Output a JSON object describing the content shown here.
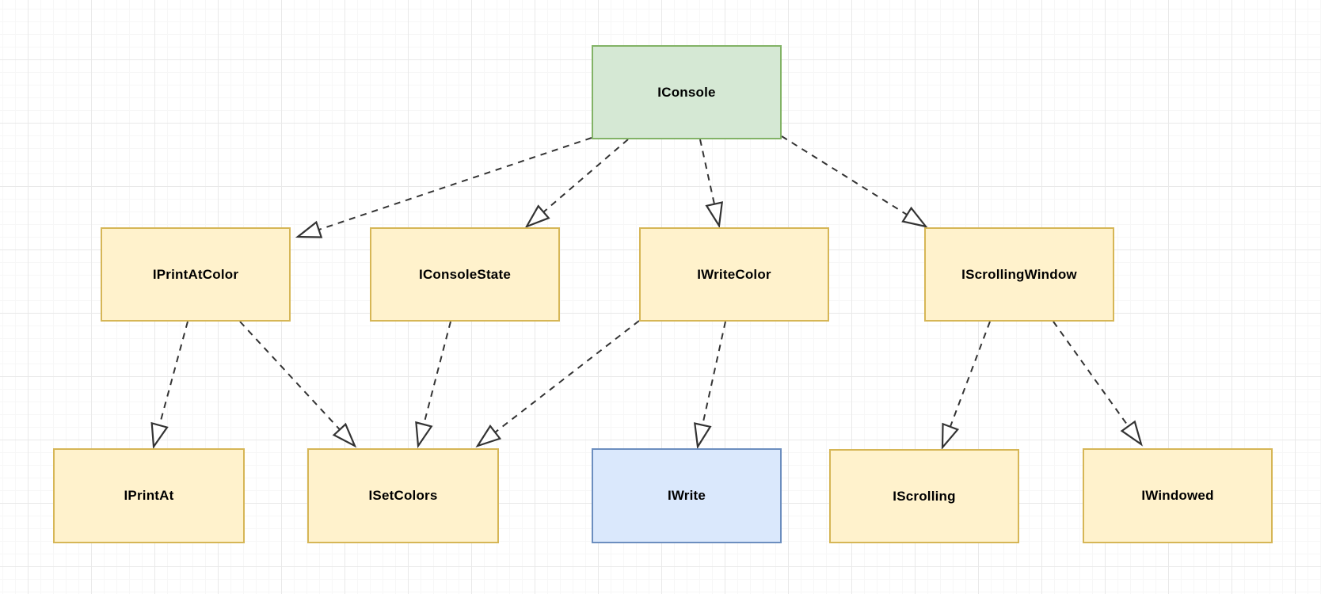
{
  "diagram": {
    "nodes": [
      {
        "id": "IConsole",
        "label": "IConsole",
        "fill": "#d5e8d4",
        "stroke": "#82b366"
      },
      {
        "id": "IPrintAtColor",
        "label": "IPrintAtColor",
        "fill": "#fff2cc",
        "stroke": "#d6b656"
      },
      {
        "id": "IConsoleState",
        "label": "IConsoleState",
        "fill": "#fff2cc",
        "stroke": "#d6b656"
      },
      {
        "id": "IWriteColor",
        "label": "IWriteColor",
        "fill": "#fff2cc",
        "stroke": "#d6b656"
      },
      {
        "id": "IScrollingWindow",
        "label": "IScrollingWindow",
        "fill": "#fff2cc",
        "stroke": "#d6b656"
      },
      {
        "id": "IPrintAt",
        "label": "IPrintAt",
        "fill": "#fff2cc",
        "stroke": "#d6b656"
      },
      {
        "id": "ISetColors",
        "label": "ISetColors",
        "fill": "#fff2cc",
        "stroke": "#d6b656"
      },
      {
        "id": "IWrite",
        "label": "IWrite",
        "fill": "#dae8fc",
        "stroke": "#6c8ebf"
      },
      {
        "id": "IScrolling",
        "label": "IScrolling",
        "fill": "#fff2cc",
        "stroke": "#d6b656"
      },
      {
        "id": "IWindowed",
        "label": "IWindowed",
        "fill": "#fff2cc",
        "stroke": "#d6b656"
      }
    ],
    "edges": [
      {
        "from": "IConsole",
        "to": "IPrintAtColor"
      },
      {
        "from": "IConsole",
        "to": "IConsoleState"
      },
      {
        "from": "IConsole",
        "to": "IWriteColor"
      },
      {
        "from": "IConsole",
        "to": "IScrollingWindow"
      },
      {
        "from": "IPrintAtColor",
        "to": "IPrintAt"
      },
      {
        "from": "IPrintAtColor",
        "to": "ISetColors"
      },
      {
        "from": "IConsoleState",
        "to": "ISetColors"
      },
      {
        "from": "IWriteColor",
        "to": "ISetColors"
      },
      {
        "from": "IWriteColor",
        "to": "IWrite"
      },
      {
        "from": "IScrollingWindow",
        "to": "IScrolling"
      },
      {
        "from": "IScrollingWindow",
        "to": "IWindowed"
      }
    ],
    "edge_style": {
      "line": "dashed",
      "arrowhead": "hollow-triangle",
      "color": "#333333"
    },
    "canvas": {
      "background": "#ffffff",
      "grid": true
    }
  }
}
